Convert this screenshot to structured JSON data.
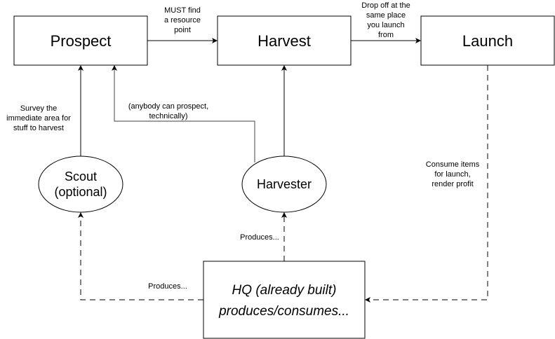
{
  "diagram": {
    "nodes": {
      "prospect": {
        "label": "Prospect",
        "shape": "rectangle"
      },
      "harvest": {
        "label": "Harvest",
        "shape": "rectangle"
      },
      "launch": {
        "label": "Launch",
        "shape": "rectangle"
      },
      "scout": {
        "label_lines": [
          "Scout",
          "(optional)"
        ],
        "shape": "ellipse"
      },
      "harvester": {
        "label": "Harvester",
        "shape": "ellipse"
      },
      "hq": {
        "label_lines": [
          "HQ (already built)",
          "produces/consumes..."
        ],
        "shape": "rectangle"
      }
    },
    "edges": {
      "prospect_to_harvest": {
        "from": "Prospect",
        "to": "Harvest",
        "style": "solid",
        "label_lines": [
          "MUST find",
          "a resource",
          "point"
        ]
      },
      "harvest_to_launch": {
        "from": "Harvest",
        "to": "Launch",
        "style": "solid",
        "label_lines": [
          "Drop off at the",
          "same place",
          "you launch",
          "from"
        ]
      },
      "scout_to_prospect": {
        "from": "Scout",
        "to": "Prospect",
        "style": "solid",
        "label_lines": [
          "Survey the",
          "immediate area for",
          "stuff to harvest"
        ]
      },
      "harvester_to_prospect": {
        "from": "Harvester",
        "to": "Prospect",
        "style": "solid-gray",
        "label_lines": [
          "(anybody can prospect,",
          "technically)"
        ]
      },
      "harvester_to_harvest": {
        "from": "Harvester",
        "to": "Harvest",
        "style": "solid"
      },
      "launch_to_hq": {
        "from": "Launch",
        "to": "HQ",
        "style": "dashed",
        "label_lines": [
          "Consume items",
          "for launch,",
          "render profit"
        ]
      },
      "hq_to_harvester": {
        "from": "HQ",
        "to": "Harvester",
        "style": "dashed",
        "label": "Produces..."
      },
      "hq_to_scout": {
        "from": "HQ",
        "to": "Scout",
        "style": "dashed",
        "label": "Produces..."
      }
    },
    "colors": {
      "stroke": "#000000",
      "gray_connector": "#666666",
      "background": "#ffffff"
    }
  }
}
